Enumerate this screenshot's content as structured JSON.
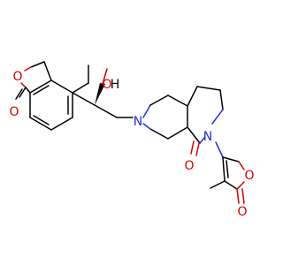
{
  "molecule": {
    "atoms": [
      {
        "id": "o_lactone_ring_left",
        "label": "O",
        "element": "O"
      },
      {
        "id": "o_lactone_carbonyl_left",
        "label": "O",
        "element": "O"
      },
      {
        "id": "o_hydroxyl",
        "label": "O",
        "element": "O"
      },
      {
        "id": "h_hydroxyl",
        "label": "H",
        "element": "H"
      },
      {
        "id": "n_piperidine",
        "label": "N",
        "element": "N"
      },
      {
        "id": "n_pyrrolidinone",
        "label": "N",
        "element": "N"
      },
      {
        "id": "o_lactam_carbonyl",
        "label": "O",
        "element": "O"
      },
      {
        "id": "o_furanone_ring",
        "label": "O",
        "element": "O"
      },
      {
        "id": "o_furanone_carbonyl",
        "label": "O",
        "element": "O"
      }
    ],
    "colors": {
      "carbon_bond": "#000000",
      "oxygen": "#d40000",
      "nitrogen": "#1f32d8",
      "hydrogen": "#000000",
      "background": "#ffffff"
    }
  }
}
